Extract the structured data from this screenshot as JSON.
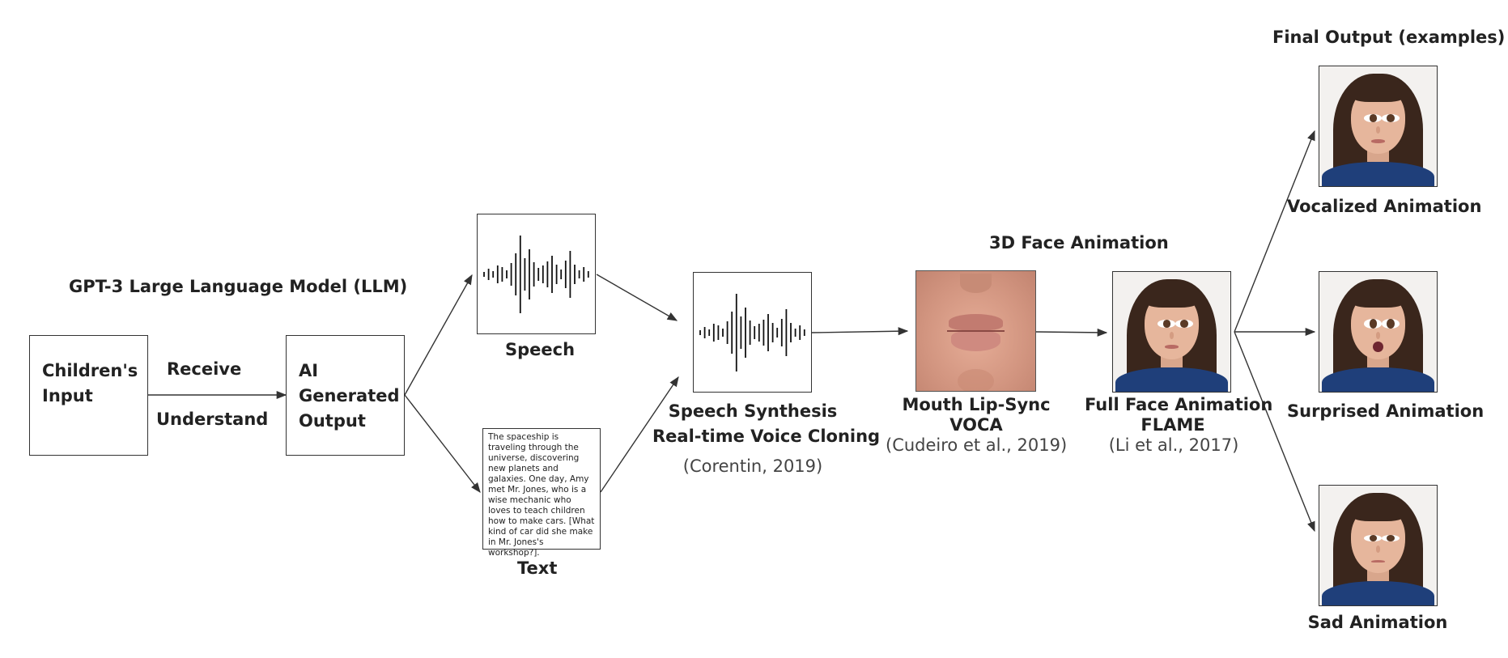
{
  "header": {
    "llm_title": "GPT-3 Large Language Model (LLM)",
    "face_anim_title": "3D Face Animation",
    "final_title": "Final Output (examples)"
  },
  "children_input": {
    "line1": "Children's",
    "line2": "Input"
  },
  "edge_labels": {
    "receive": "Receive",
    "understand": "Understand"
  },
  "ai_output": {
    "line1": "AI",
    "line2": "Generated",
    "line3": "Output"
  },
  "speech": {
    "label": "Speech",
    "waveform_heights": [
      6,
      14,
      8,
      22,
      18,
      10,
      28,
      52,
      96,
      40,
      62,
      30,
      16,
      22,
      32,
      46,
      24,
      12,
      34,
      58,
      24,
      10,
      18,
      8
    ]
  },
  "text": {
    "label": "Text",
    "sample": "The spaceship is traveling through the universe, discovering new planets and galaxies. One day, Amy met Mr. Jones, who is a wise mechanic who loves to teach children how to make cars. [What kind of car did she make in Mr. Jones's workshop?]."
  },
  "speech_synthesis": {
    "line1": "Speech Synthesis",
    "line2": "Real-time Voice Cloning",
    "cite": "(Corentin, 2019)",
    "waveform_heights": [
      6,
      14,
      8,
      22,
      18,
      10,
      28,
      52,
      96,
      40,
      62,
      30,
      16,
      22,
      32,
      46,
      24,
      12,
      34,
      58,
      24,
      10,
      18,
      8
    ]
  },
  "mouth": {
    "line1": "Mouth Lip-Sync",
    "line2": "VOCA",
    "cite": "(Cudeiro et al., 2019)"
  },
  "full_face": {
    "line1": "Full Face Animation",
    "line2": "FLAME",
    "cite": "(Li et al., 2017)"
  },
  "outputs": [
    {
      "label": "Vocalized Animation",
      "expression": "neutral"
    },
    {
      "label": "Surprised Animation",
      "expression": "surprised"
    },
    {
      "label": "Sad Animation",
      "expression": "sad"
    }
  ],
  "colors": {
    "line": "#333333",
    "shirt": "#1f3f7a",
    "hair": "#3a261c"
  }
}
